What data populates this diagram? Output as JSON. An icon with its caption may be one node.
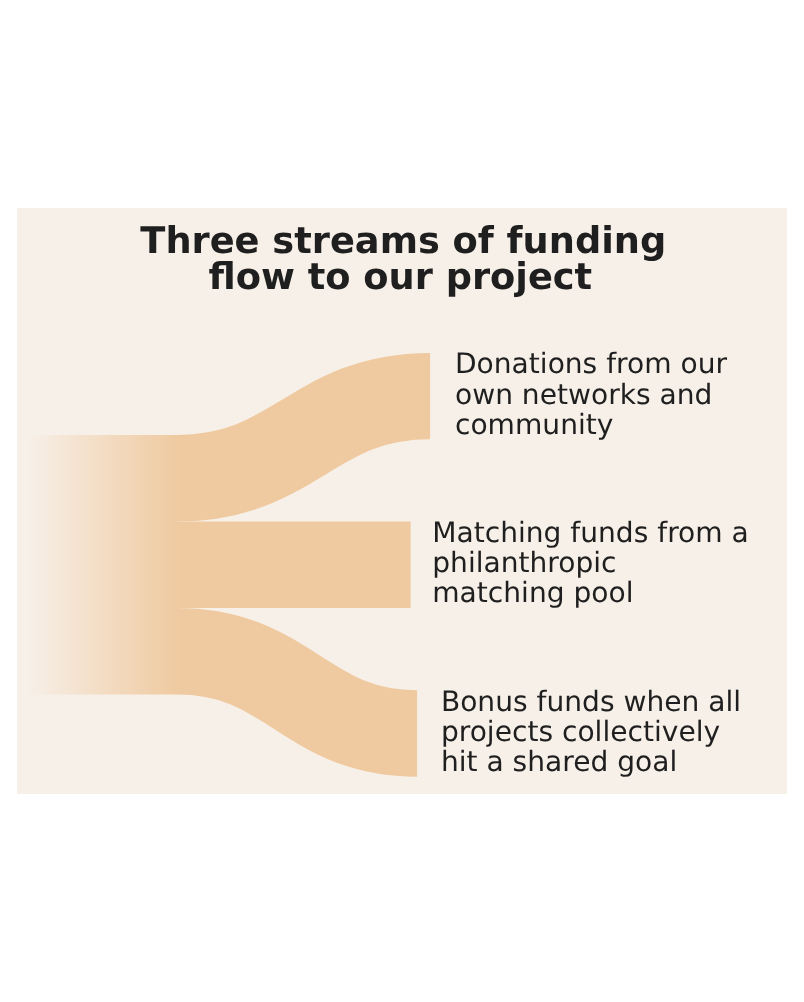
{
  "diagram": {
    "title": "Three streams of funding flow to our project",
    "nodes": [
      {
        "text": [
          "Donations from our own networks and community"
        ]
      },
      {
        "text": [
          "Matching funds from a philanthropic matching pool"
        ]
      },
      {
        "text": [
          "Bonus funds when all projects collectively hit a shared goal"
        ]
      },
      {
        "text": [],
        "shape": "band"
      }
    ],
    "edges": [
      {
        "from": 0,
        "to": 3,
        "arrow": "none"
      },
      {
        "from": 1,
        "to": 3,
        "arrow": "none"
      },
      {
        "from": 2,
        "to": 3,
        "arrow": "none"
      }
    ]
  }
}
